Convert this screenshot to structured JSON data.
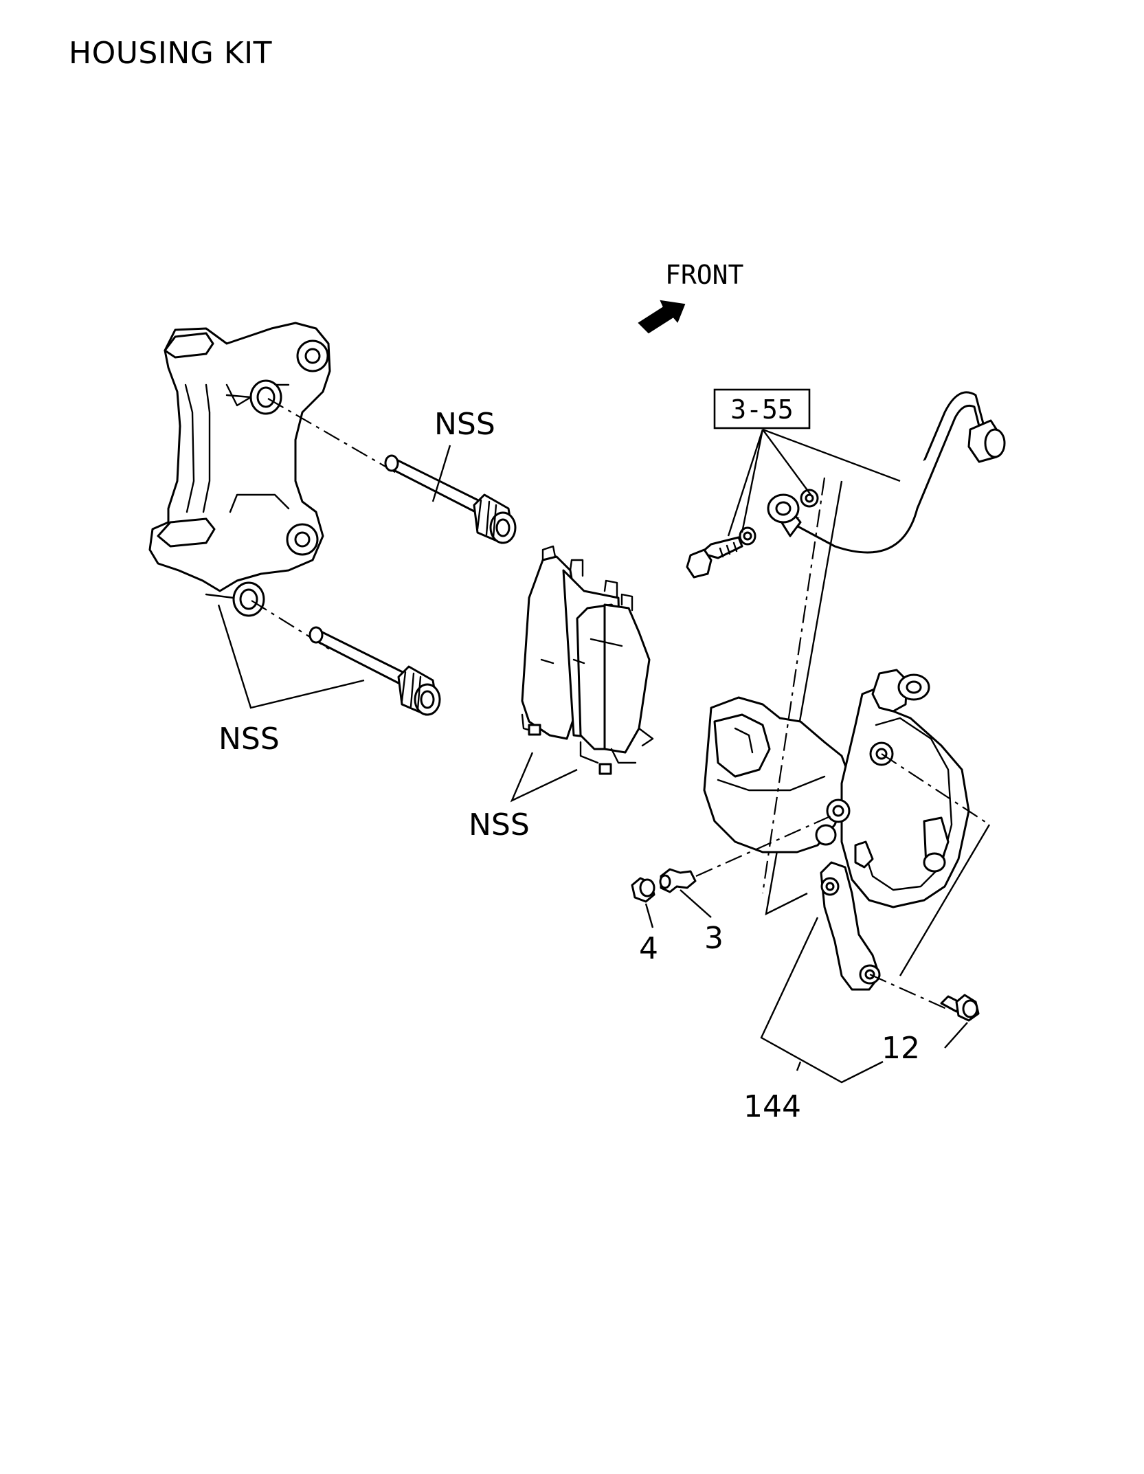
{
  "page": {
    "title": "HOUSING KIT"
  },
  "diagram": {
    "direction_label": "FRONT",
    "reference_box": "3-55",
    "callouts": {
      "nss_guide_pin_upper": "NSS",
      "nss_guide_pins_lower": "NSS",
      "nss_brake_pads": "NSS",
      "bleeder_cap": "4",
      "bleeder_screw": "3",
      "mounting_bolt": "12",
      "caliper_housing_kit": "144"
    },
    "icons": [
      "front-arrow-icon"
    ]
  }
}
